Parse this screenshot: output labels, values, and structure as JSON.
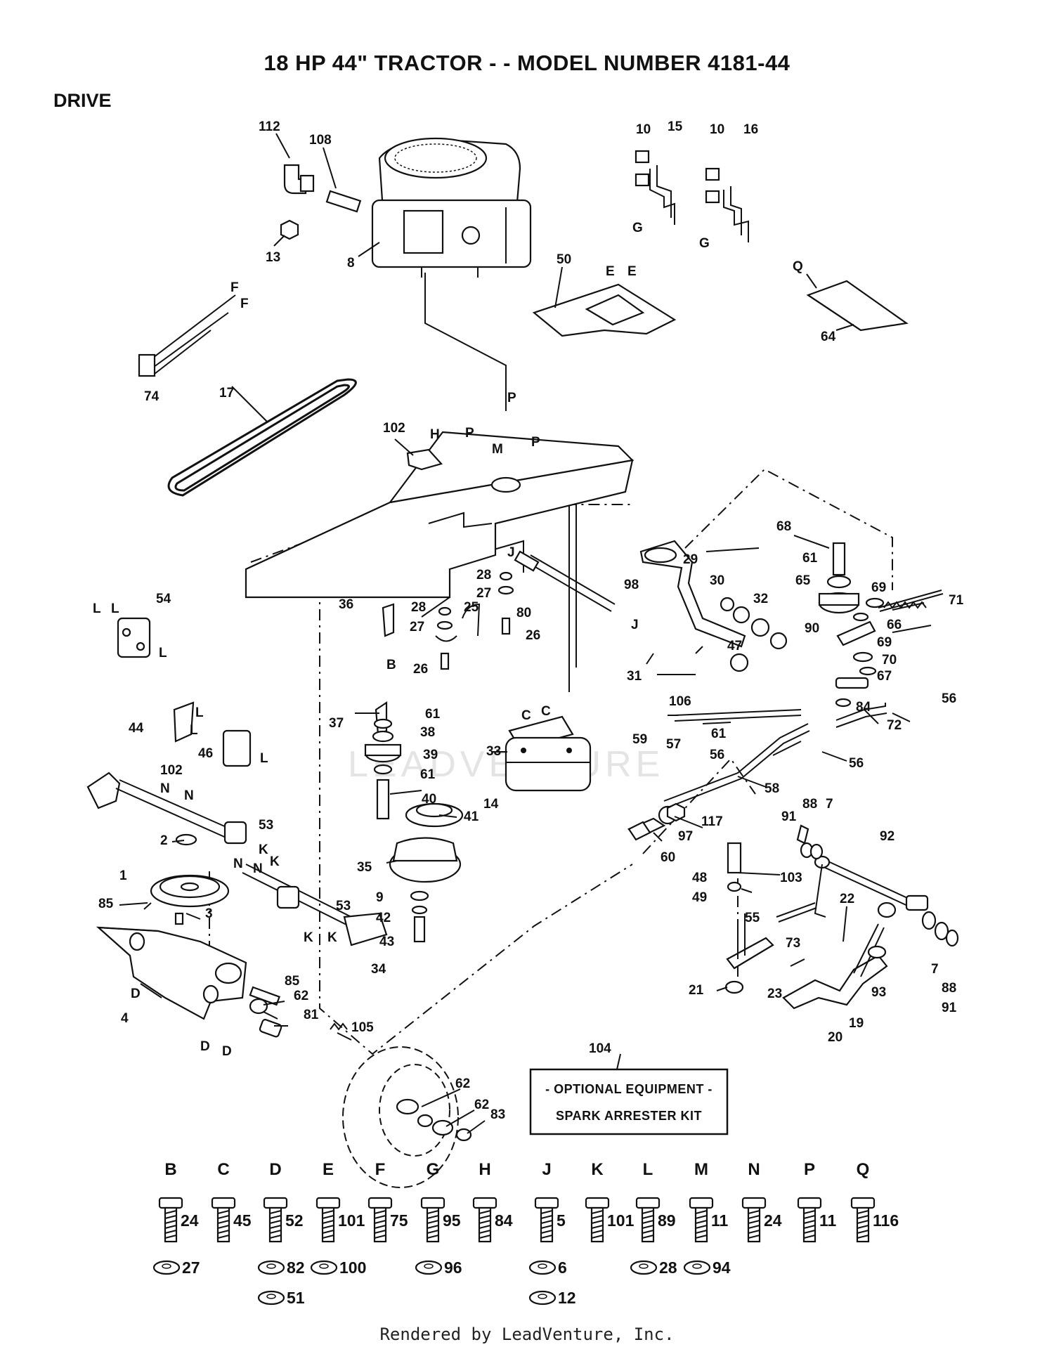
{
  "header": {
    "title": "18 HP 44\" TRACTOR - - MODEL NUMBER 4181-44",
    "section": "DRIVE"
  },
  "optional_box": {
    "line1": "- OPTIONAL EQUIPMENT -",
    "line2": "SPARK ARRESTER KIT"
  },
  "callouts": {
    "p112": "112",
    "p108": "108",
    "p13": "13",
    "p8": "8",
    "p10a": "10",
    "p15": "15",
    "p10b": "10",
    "p16": "16",
    "pGa": "G",
    "pGb": "G",
    "p50": "50",
    "pEa": "E",
    "pEb": "E",
    "pQ": "Q",
    "p64": "64",
    "pFa": "F",
    "pFb": "F",
    "p74": "74",
    "p17": "17",
    "p102a": "102",
    "pH": "H",
    "pPa": "P",
    "pPb": "P",
    "pM": "M",
    "pPc": "P",
    "p54": "54",
    "pLa": "L",
    "pLb": "L",
    "pLc": "L",
    "p44": "44",
    "p36": "36",
    "pB": "B",
    "p28a": "28",
    "p28b": "28",
    "p27a": "27",
    "p27b": "27",
    "p25": "25",
    "p80": "80",
    "p26a": "26",
    "p26b": "26",
    "pJa": "J",
    "pJb": "J",
    "p98": "98",
    "p29": "29",
    "p30": "30",
    "p32": "32",
    "p47": "47",
    "p31": "31",
    "p68": "68",
    "p61a": "61",
    "p65": "65",
    "p69a": "69",
    "p71": "71",
    "p90": "90",
    "p66": "66",
    "p69b": "69",
    "p70": "70",
    "p67": "67",
    "p84": "84",
    "p56a": "56",
    "p72": "72",
    "p37": "37",
    "p61b": "61",
    "p38": "38",
    "p39": "39",
    "p61c": "61",
    "p40": "40",
    "p41": "41",
    "p35": "35",
    "p9": "9",
    "p42": "42",
    "p43": "43",
    "p33": "33",
    "pCa": "C",
    "pCb": "C",
    "p14": "14",
    "p106": "106",
    "p59": "59",
    "p57": "57",
    "p61d": "61",
    "p56b": "56",
    "p56c": "56",
    "p58": "58",
    "pLd": "L",
    "pLe": "L",
    "pLf": "L",
    "p46": "46",
    "p102b": "102",
    "pNa": "N",
    "pNb": "N",
    "p53a": "53",
    "pKa": "K",
    "pKb": "K",
    "p2": "2",
    "p1": "1",
    "pNc": "N",
    "pNd": "N",
    "p53b": "53",
    "p85a": "85",
    "p3": "3",
    "pKc": "K",
    "pKd": "K",
    "p34": "34",
    "pDa": "D",
    "p4": "4",
    "pDb": "D",
    "pDc": "D",
    "p85b": "85",
    "p62a": "62",
    "p81": "81",
    "p105": "105",
    "p117": "117",
    "p97": "97",
    "p60": "60",
    "p91a": "91",
    "p88a": "88",
    "p7a": "7",
    "p92": "92",
    "p48": "48",
    "p49": "49",
    "p103": "103",
    "p22": "22",
    "p55": "55",
    "p73": "73",
    "p7b": "7",
    "p88b": "88",
    "p91b": "91",
    "p21": "21",
    "p23": "23",
    "p93": "93",
    "p20": "20",
    "p19": "19",
    "p104": "104",
    "p62b": "62",
    "p62c": "62",
    "p83": "83"
  },
  "hardware": [
    {
      "key": "B",
      "parts": [
        "24",
        "27"
      ]
    },
    {
      "key": "C",
      "parts": [
        "45"
      ]
    },
    {
      "key": "D",
      "parts": [
        "52",
        "82",
        "51"
      ]
    },
    {
      "key": "E",
      "parts": [
        "101",
        "100"
      ]
    },
    {
      "key": "F",
      "parts": [
        "75"
      ]
    },
    {
      "key": "G",
      "parts": [
        "95",
        "96"
      ]
    },
    {
      "key": "H",
      "parts": [
        "84"
      ]
    },
    {
      "key": "J",
      "parts": [
        "5",
        "6",
        "12"
      ]
    },
    {
      "key": "K",
      "parts": [
        "101"
      ]
    },
    {
      "key": "L",
      "parts": [
        "89",
        "28"
      ]
    },
    {
      "key": "M",
      "parts": [
        "11",
        "94"
      ]
    },
    {
      "key": "N",
      "parts": [
        "24"
      ]
    },
    {
      "key": "P",
      "parts": [
        "11"
      ]
    },
    {
      "key": "Q",
      "parts": [
        "116"
      ]
    }
  ],
  "watermark": "LEADVENTURE",
  "footer": "Rendered by LeadVenture, Inc."
}
